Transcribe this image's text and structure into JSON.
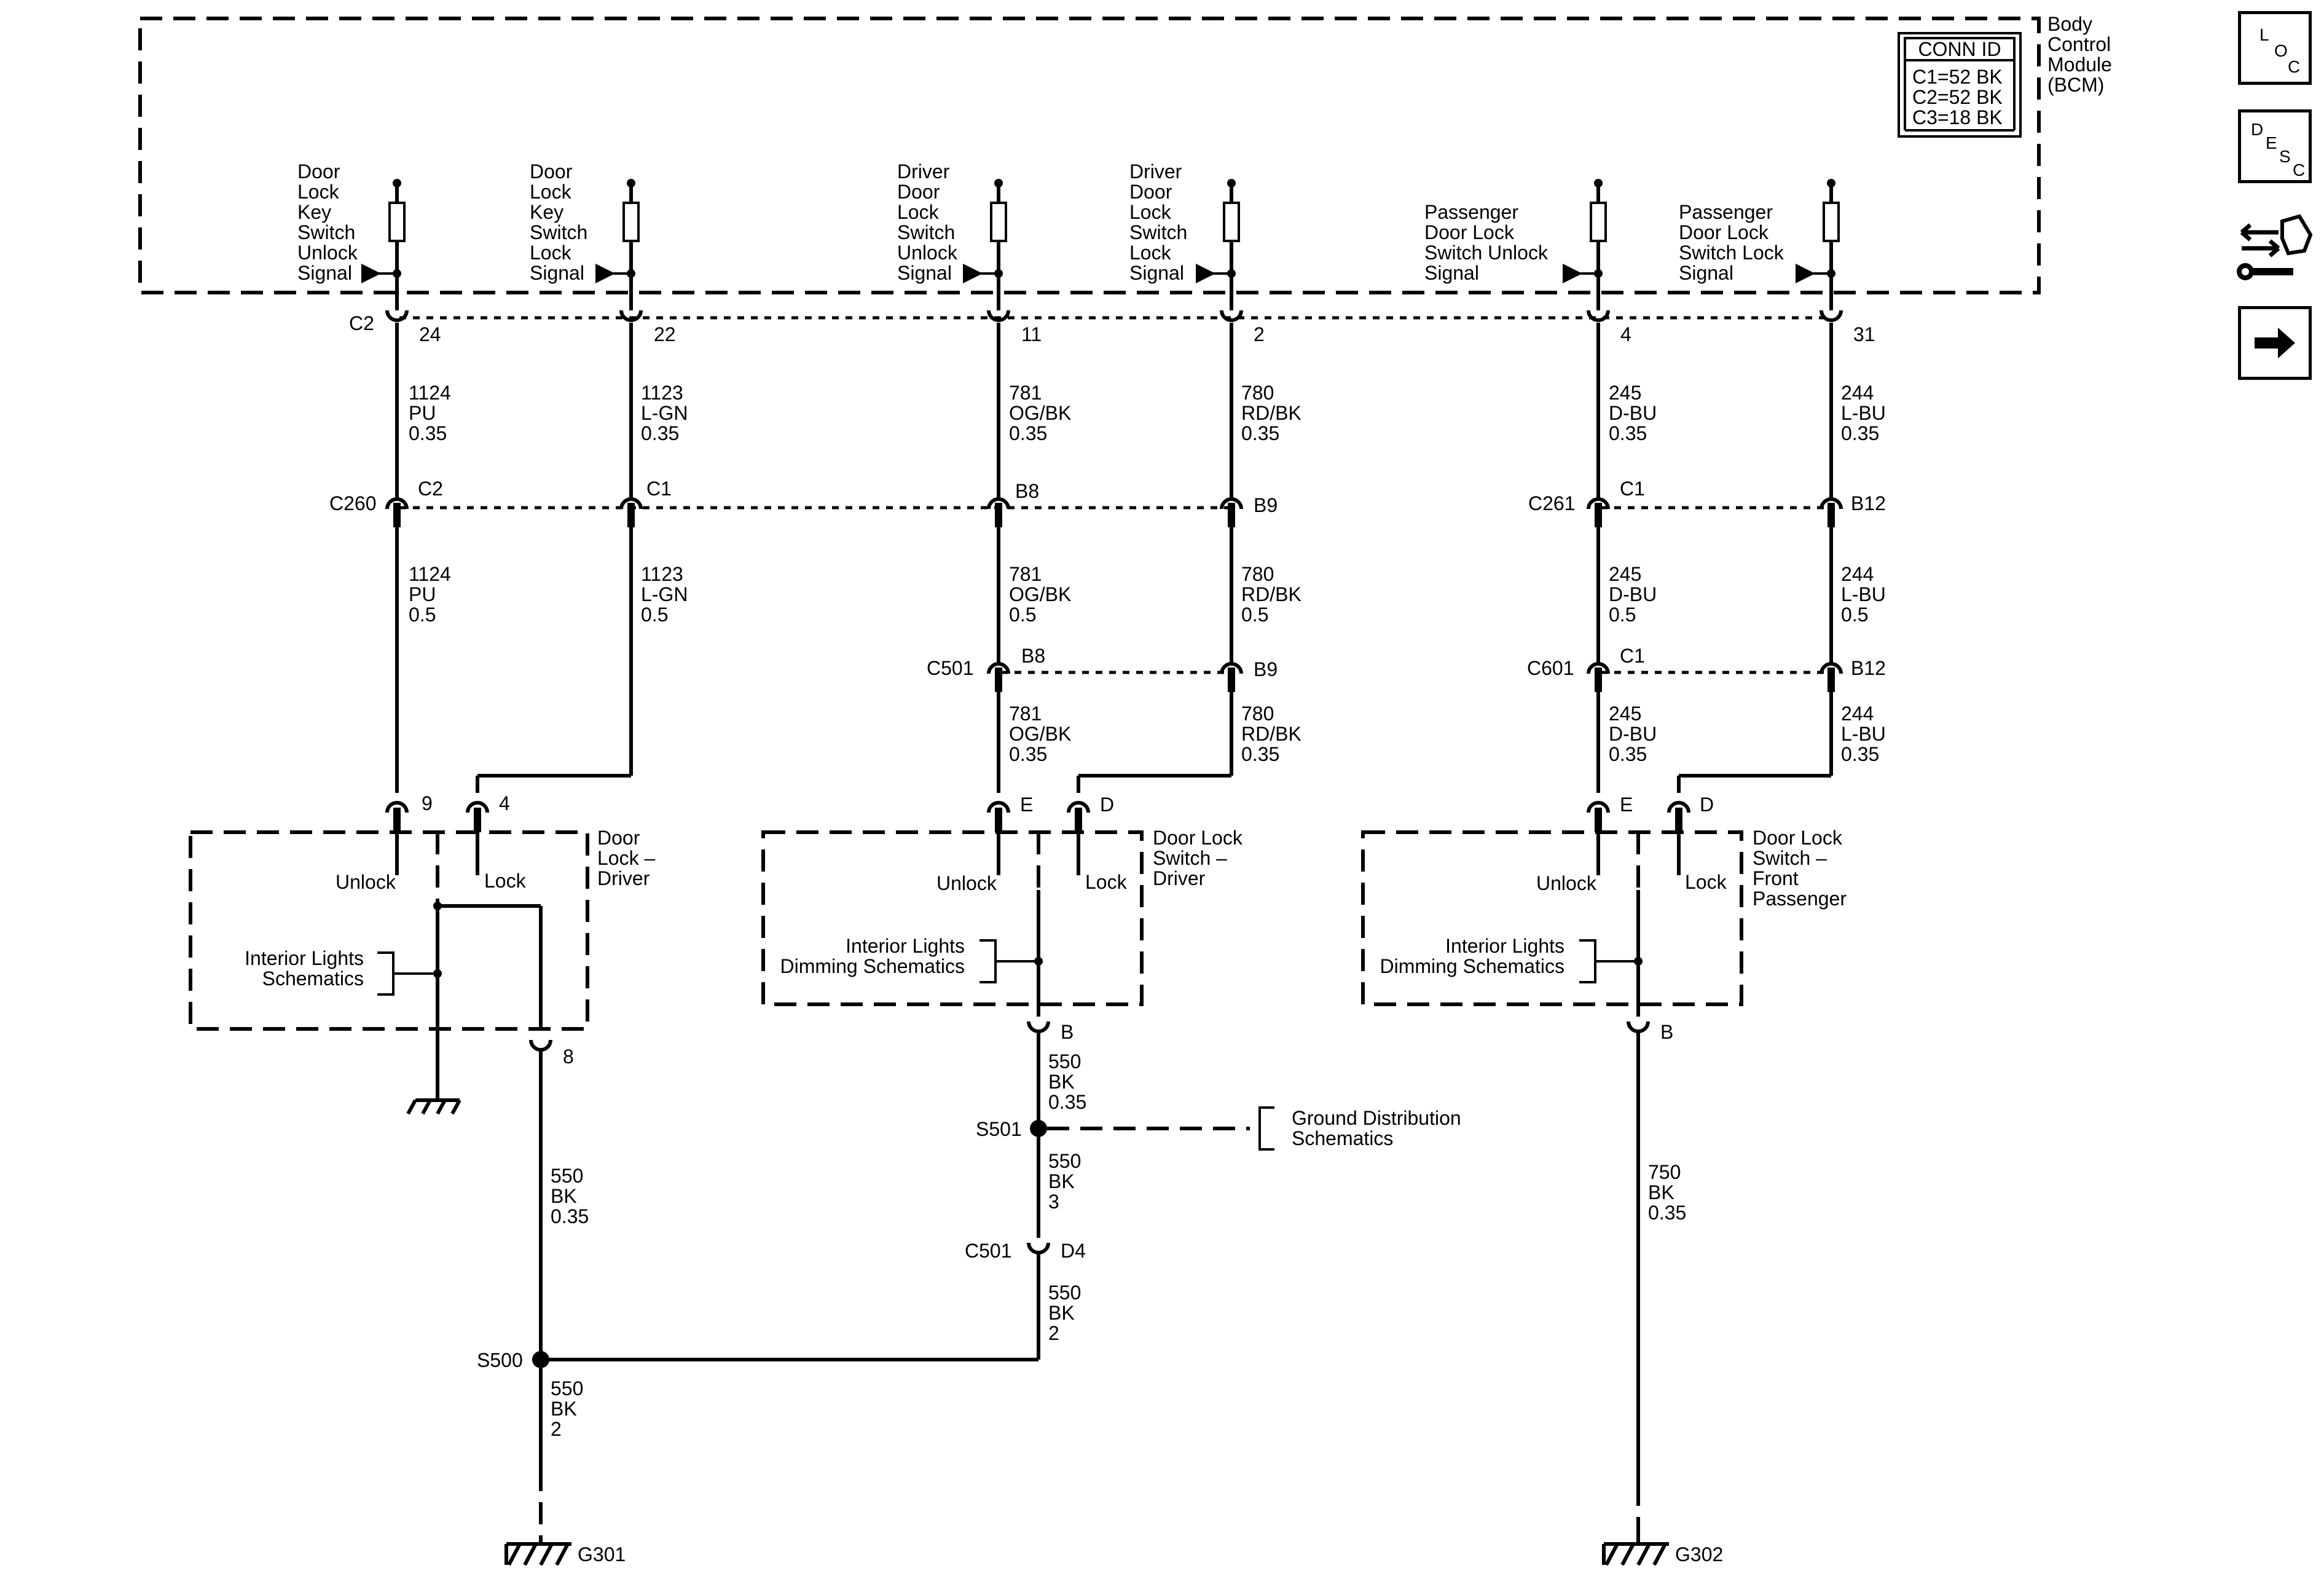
{
  "module": {
    "name_lines": [
      "Body",
      "Control",
      "Module",
      "(BCM)"
    ],
    "conn_id_title": "CONN ID",
    "conn_id_rows": [
      "C1=52 BK",
      "C2=52 BK",
      "C3=18 BK"
    ],
    "connector": "C2",
    "inputs": [
      {
        "label": [
          "Door",
          "Lock",
          "Key",
          "Switch",
          "Unlock",
          "Signal"
        ],
        "pin": "24"
      },
      {
        "label": [
          "Door",
          "Lock",
          "Key",
          "Switch",
          "Lock",
          "Signal"
        ],
        "pin": "22"
      },
      {
        "label": [
          "Driver",
          "Door",
          "Lock",
          "Switch",
          "Unlock",
          "Signal"
        ],
        "pin": "11"
      },
      {
        "label": [
          "Driver",
          "Door",
          "Lock",
          "Switch",
          "Lock",
          "Signal"
        ],
        "pin": "2"
      },
      {
        "label": [
          "Passenger",
          "Door Lock",
          "Switch Unlock",
          "Signal"
        ],
        "pin": "4"
      },
      {
        "label": [
          "Passenger",
          "Door Lock",
          "Switch Lock",
          "Signal"
        ],
        "pin": "31"
      }
    ]
  },
  "wires": [
    [
      "1124",
      "PU",
      "0.35"
    ],
    [
      "1123",
      "L-GN",
      "0.35"
    ],
    [
      "781",
      "OG/BK",
      "0.35"
    ],
    [
      "780",
      "RD/BK",
      "0.35"
    ],
    [
      "245",
      "D-BU",
      "0.35"
    ],
    [
      "244",
      "L-BU",
      "0.35"
    ],
    [
      "1124",
      "PU",
      "0.5"
    ],
    [
      "1123",
      "L-GN",
      "0.5"
    ],
    [
      "781",
      "OG/BK",
      "0.5"
    ],
    [
      "780",
      "RD/BK",
      "0.5"
    ],
    [
      "245",
      "D-BU",
      "0.5"
    ],
    [
      "244",
      "L-BU",
      "0.5"
    ],
    [
      "781",
      "OG/BK",
      "0.35"
    ],
    [
      "780",
      "RD/BK",
      "0.35"
    ],
    [
      "245",
      "D-BU",
      "0.35"
    ],
    [
      "244",
      "L-BU",
      "0.35"
    ],
    [
      "550",
      "BK",
      "0.35"
    ],
    [
      "550",
      "BK",
      "3"
    ],
    [
      "550",
      "BK",
      "2"
    ],
    [
      "550",
      "BK",
      "0.35"
    ],
    [
      "550",
      "BK",
      "2"
    ],
    [
      "750",
      "BK",
      "0.35"
    ]
  ],
  "connectors": [
    {
      "name": "C260",
      "pins": [
        "C2",
        "C1"
      ]
    },
    {
      "name": "C261",
      "pins": [
        "C1",
        "B12"
      ]
    },
    {
      "pins": [
        "B8",
        "B9"
      ]
    },
    {
      "name": "C501",
      "pins": [
        "B8",
        "B9"
      ]
    },
    {
      "name": "C601",
      "pins": [
        "C1",
        "B12"
      ]
    },
    {
      "name": "C501",
      "pins": [
        "D4"
      ]
    }
  ],
  "components": [
    {
      "name": [
        "Door",
        "Lock –",
        "Driver"
      ],
      "pins": [
        "9",
        "4",
        "8"
      ],
      "labels": [
        "Unlock",
        "Lock"
      ]
    },
    {
      "name": [
        "Door Lock",
        "Switch –",
        "Driver"
      ],
      "pins": [
        "E",
        "D",
        "B"
      ],
      "labels": [
        "Unlock",
        "Lock"
      ]
    },
    {
      "name": [
        "Door Lock",
        "Switch –",
        "Front",
        "Passenger"
      ],
      "pins": [
        "E",
        "D",
        "B"
      ],
      "labels": [
        "Unlock",
        "Lock"
      ]
    }
  ],
  "references": {
    "interior_lights": [
      "Interior Lights",
      "Schematics"
    ],
    "interior_dimming": [
      "Interior Lights",
      "Dimming Schematics"
    ],
    "ground_distribution": [
      "Ground Distribution",
      "Schematics"
    ]
  },
  "splices": [
    "S501",
    "S500"
  ],
  "grounds": [
    "G301",
    "G302"
  ],
  "nav": {
    "loc": [
      "L",
      "O",
      "C"
    ],
    "desc": [
      "D",
      "E",
      "S",
      "C"
    ],
    "icons": [
      "connector-tools-icon",
      "next-arrow-icon"
    ]
  }
}
